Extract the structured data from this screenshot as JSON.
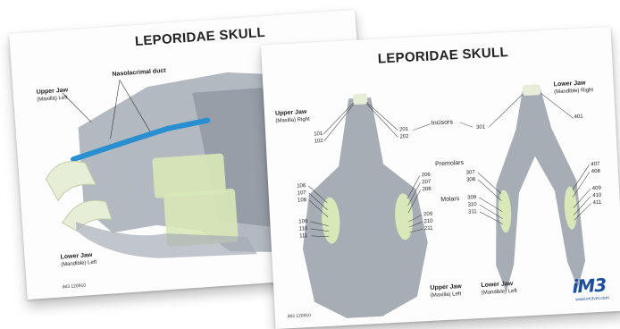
{
  "left_card": {
    "title": "LEPORIDAE SKULL",
    "upper_jaw": "Upper Jaw",
    "upper_jaw_sub": "(Maxilla) Left",
    "nasolacrimal": "Nasolacrimal duct",
    "lower_jaw": "Lower Jaw",
    "lower_jaw_sub": "(Mandible) Left",
    "code": "iM3 120910"
  },
  "right_card": {
    "title": "LEPORIDAE SKULL",
    "upper_jaw": "Upper Jaw",
    "upper_jaw_sub": "(Maxilla) Right",
    "lower_jaw_right": "Lower Jaw",
    "lower_jaw_right_sub": "(Mandible) Right",
    "upper_jaw_left": "Upper Jaw",
    "upper_jaw_left_sub": "(Maxilla) Left",
    "lower_jaw_left": "Lower Jaw",
    "lower_jaw_left_sub": "(Mandible) Left",
    "incisors": "Incisors",
    "premolars": "Premolars",
    "molars": "Molars",
    "n101": "101",
    "n102": "102",
    "n201": "201",
    "n202": "202",
    "n301": "301",
    "n401": "401",
    "n106": "106",
    "n107": "107",
    "n108": "108",
    "n109": "109",
    "n110": "110",
    "n111": "111",
    "n206": "206",
    "n207": "207",
    "n208": "208",
    "n209": "209",
    "n210": "210",
    "n211": "211",
    "n307": "307",
    "n308": "308",
    "n309": "309",
    "n310": "310",
    "n311": "311",
    "n407": "407",
    "n408": "408",
    "n409": "409",
    "n410": "410",
    "n411": "411",
    "code": "iM3 120910",
    "logo": "iM3",
    "logo_url": "www.im3vet.com"
  },
  "colors": {
    "duct": "#2a8fd0",
    "tooth": "#d9e8b8",
    "skull": "#8a929c",
    "brand": "#1a4fa0"
  }
}
